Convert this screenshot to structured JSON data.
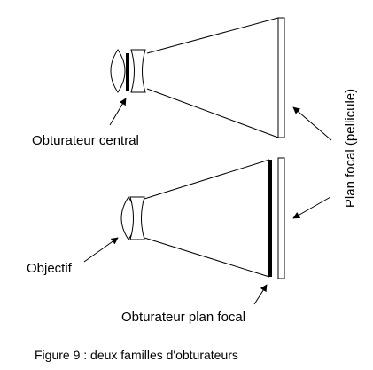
{
  "figure": {
    "labels": {
      "central_shutter": "Obturateur central",
      "focal_plane_film": "Plan focal (pellicule)",
      "objective": "Objectif",
      "focal_plane_shutter": "Obturateur plan focal"
    },
    "caption": "Figure 9 : deux familles d'obturateurs"
  }
}
